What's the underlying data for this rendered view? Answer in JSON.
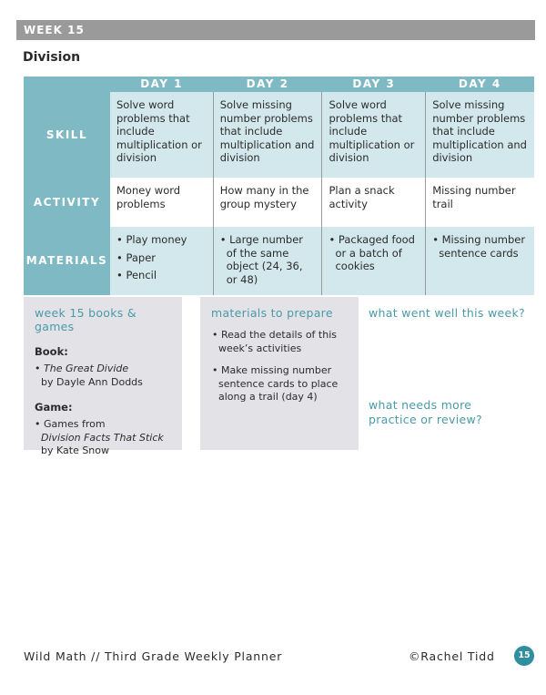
{
  "header": {
    "week_label": "WEEK 15",
    "topic": "Division"
  },
  "planner": {
    "days": [
      "DAY 1",
      "DAY 2",
      "DAY 3",
      "DAY 4"
    ],
    "rows": [
      {
        "label": "SKILL",
        "cells": [
          "Solve word problems that include multiplication or division",
          "Solve missing number problems that include multiplication and division",
          "Solve word problems that include multiplication or division",
          "Solve missing number problems that include multiplication and division"
        ]
      },
      {
        "label": "ACTIVITY",
        "cells": [
          "Money word problems",
          "How many in the group mystery",
          "Plan a snack activity",
          "Missing number trail"
        ]
      },
      {
        "label": "MATERIALS",
        "cells": [
          [
            "• Play money",
            "• Paper",
            "• Pencil"
          ],
          [
            "• Large number of the same object (24, 36, or 48)"
          ],
          [
            "• Packaged food or a batch of cookies"
          ],
          [
            "• Missing number sentence cards"
          ]
        ]
      }
    ]
  },
  "books_games": {
    "title": "week 15 books & games",
    "book_heading": "Book:",
    "book_title": "The Great Divide",
    "book_author": "by Dayle Ann Dodds",
    "game_heading": "Game:",
    "game_line1": "• Games from",
    "game_title": "Division Facts That Stick",
    "game_author": "by Kate Snow"
  },
  "prepare": {
    "title": "materials to prepare",
    "items": [
      "• Read the details of this week’s activities",
      "• Make missing number sentence cards to place along a trail (day 4)"
    ]
  },
  "reflection": {
    "went_well": "what went well this week?",
    "needs_more_line1": "what needs more",
    "needs_more_line2": "practice or review?"
  },
  "footer": {
    "title": "Wild Math // Third Grade Weekly Planner",
    "copyright": "©Rachel Tidd",
    "page_number": "15"
  },
  "colors": {
    "header_gray": "#9a9a9a",
    "teal": "#7fb9c4",
    "light_teal": "#d3e8ec",
    "accent_text": "#4a9aa9",
    "box_gray": "#e3e3e7",
    "page_badge": "#2f8fa0"
  }
}
